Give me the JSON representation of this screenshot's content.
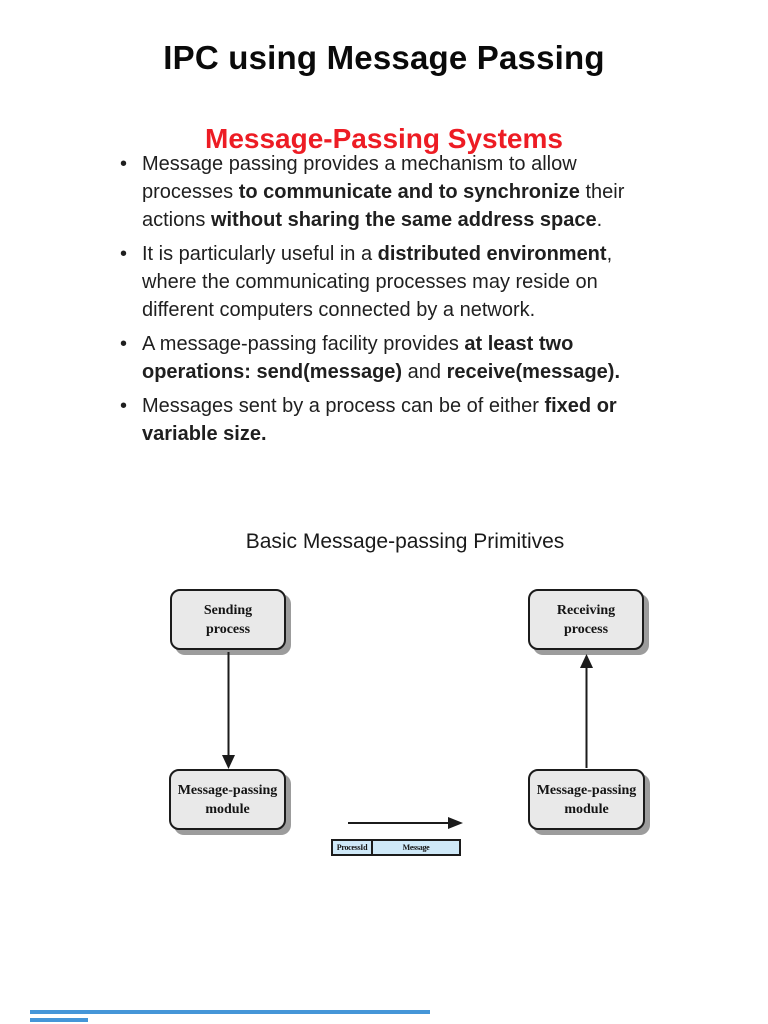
{
  "colors": {
    "text": "#1f1f1f",
    "heading_red": "#ed1c24",
    "box_fill": "#e9e9e9",
    "box_border": "#1b1b1b",
    "box_shadow": "#9c9c9c",
    "strip_fill": "#cfe9f8",
    "bar_blue": "#4596d8"
  },
  "slide": {
    "title": "IPC using Message Passing",
    "heading": "Message-Passing Systems",
    "bullets": [
      {
        "segments": [
          {
            "text": "Message passing provides a mechanism to allow processes ",
            "bold": false
          },
          {
            "text": "to communicate and to synchronize",
            "bold": true
          },
          {
            "text": " their actions ",
            "bold": false
          },
          {
            "text": "without sharing the same address space",
            "bold": true
          },
          {
            "text": ".",
            "bold": false
          }
        ]
      },
      {
        "segments": [
          {
            "text": "It is particularly useful in a ",
            "bold": false
          },
          {
            "text": "distributed environment",
            "bold": true
          },
          {
            "text": ", where the communicating processes may reside on different computers connected by a network.",
            "bold": false
          }
        ]
      },
      {
        "segments": [
          {
            "text": "A message-passing facility provides ",
            "bold": false
          },
          {
            "text": "at least two operations: send(message)",
            "bold": true
          },
          {
            "text": " and ",
            "bold": false
          },
          {
            "text": "receive(message).",
            "bold": true
          }
        ]
      },
      {
        "segments": [
          {
            "text": "Messages sent by a process can be of either ",
            "bold": false
          },
          {
            "text": "fixed or variable size.",
            "bold": true
          }
        ]
      }
    ]
  },
  "figure": {
    "caption": "Basic Message-passing Primitives",
    "boxes": {
      "sending": "Sending\nprocess",
      "receiving": "Receiving\nprocess",
      "module_left": "Message-passing\nmodule",
      "module_right": "Message-passing\nmodule"
    },
    "message_strip": {
      "field1": "ProcessId",
      "field2": "Message"
    }
  }
}
